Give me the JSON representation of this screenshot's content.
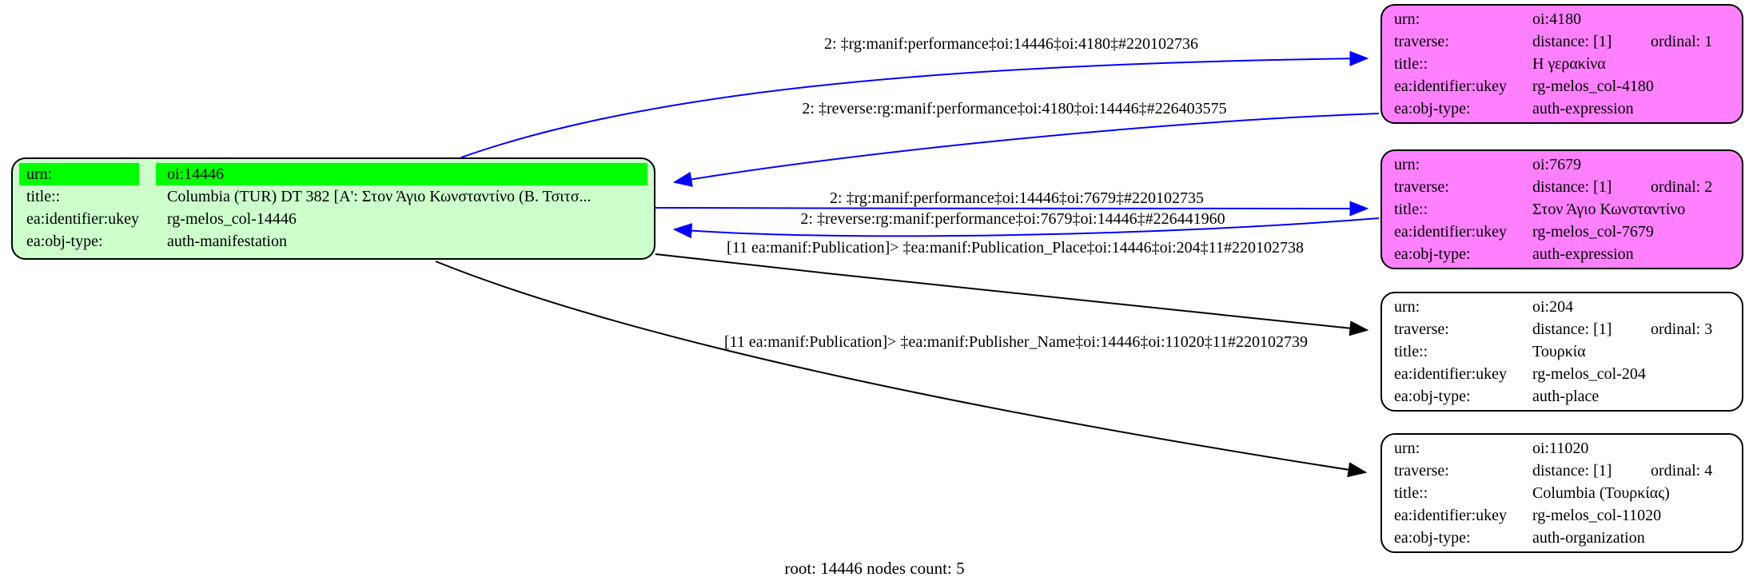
{
  "caption": "root: 14446 nodes count: 5",
  "colors": {
    "performance_edge": "#0000ff",
    "publication_edge": "#000000",
    "root_fill": "#ccffcc",
    "root_highlight": "#00ff00",
    "expression_fill": "#ff80ff",
    "plain_fill": "#ffffff"
  },
  "field_labels": {
    "urn": "urn:",
    "traverse": "traverse:",
    "title": "title::",
    "ukey": "ea:identifier:ukey",
    "objtype": "ea:obj-type:"
  },
  "root": {
    "urn": "oi:14446",
    "title": "Columbia (TUR) DT 382 [Α': Στον Άγιο Κωνσταντίνο (Β. Τσιτσ...",
    "ukey": "rg-melos_col-14446",
    "objtype": "auth-manifestation"
  },
  "nodes": [
    {
      "urn": "oi:4180",
      "distance": "distance: [1]",
      "ordinal": "ordinal: 1",
      "title": "Η γερακίνα",
      "ukey": "rg-melos_col-4180",
      "objtype": "auth-expression"
    },
    {
      "urn": "oi:7679",
      "distance": "distance: [1]",
      "ordinal": "ordinal: 2",
      "title": "Στον Άγιο Κωνσταντίνο",
      "ukey": "rg-melos_col-7679",
      "objtype": "auth-expression"
    },
    {
      "urn": "oi:204",
      "distance": "distance: [1]",
      "ordinal": "ordinal: 3",
      "title": "Τουρκία",
      "ukey": "rg-melos_col-204",
      "objtype": "auth-place"
    },
    {
      "urn": "oi:11020",
      "distance": "distance: [1]",
      "ordinal": "ordinal: 4",
      "title": "Columbia (Τουρκίας)",
      "ukey": "rg-melos_col-11020",
      "objtype": "auth-organization"
    }
  ],
  "edge_labels": [
    "2: ‡rg:manif:performance‡oi:14446‡oi:4180‡#220102736",
    "2: ‡reverse:rg:manif:performance‡oi:4180‡oi:14446‡#226403575",
    "2: ‡rg:manif:performance‡oi:14446‡oi:7679‡#220102735",
    "2: ‡reverse:rg:manif:performance‡oi:7679‡oi:14446‡#226441960",
    "[11 ea:manif:Publication]> ‡ea:manif:Publication_Place‡oi:14446‡oi:204‡11#220102738",
    "[11 ea:manif:Publication]> ‡ea:manif:Publisher_Name‡oi:14446‡oi:11020‡11#220102739"
  ]
}
